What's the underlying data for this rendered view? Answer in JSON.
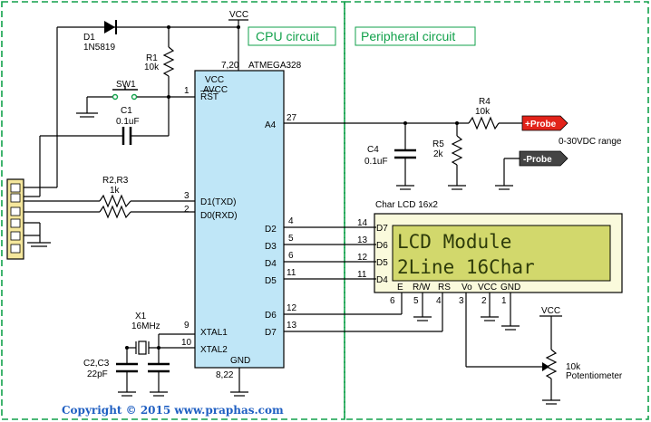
{
  "sections": {
    "cpu": "CPU circuit",
    "peripheral": "Peripheral circuit"
  },
  "colors": {
    "border": "#12a14b",
    "mcu_body": "#bfe6f7",
    "lcd_screen": "#d2d86c",
    "lcd_frame": "#fafadc",
    "probe_pos": "#e2231a",
    "probe_neg": "#444444",
    "connector": "#f5e79c",
    "copyright": "#1f5fc2"
  },
  "power": {
    "vcc": "VCC",
    "vcc2": "VCC"
  },
  "mcu": {
    "name": "ATMEGA328",
    "vcc_pins": "7,20",
    "gnd_pins": "8,22",
    "labels": {
      "vcc": "VCC",
      "avcc": "AVCC",
      "rst": "RST",
      "a4": "A4",
      "txd": "D1(TXD)",
      "rxd": "D0(RXD)",
      "d2": "D2",
      "d3": "D3",
      "d4": "D4",
      "d5": "D5",
      "d6": "D6",
      "d7": "D7",
      "xtal1": "XTAL1",
      "xtal2": "XTAL2",
      "gnd": "GND"
    },
    "pins": {
      "rst": "1",
      "a4": "27",
      "txd": "3",
      "rxd": "2",
      "d2": "4",
      "d3": "5",
      "d4": "6",
      "d5": "11",
      "d6": "12",
      "d7": "13",
      "xtal1": "9",
      "xtal2": "10"
    }
  },
  "components": {
    "d1": {
      "ref": "D1",
      "value": "1N5819"
    },
    "r1": {
      "ref": "R1",
      "value": "10k"
    },
    "sw1": {
      "ref": "SW1"
    },
    "c1": {
      "ref": "C1",
      "value": "0.1uF"
    },
    "r2r3": {
      "ref": "R2,R3",
      "value": "1k"
    },
    "x1": {
      "ref": "X1",
      "value": "16MHz"
    },
    "c2c3": {
      "ref": "C2,C3",
      "value": "22pF"
    },
    "r4": {
      "ref": "R4",
      "value": "10k"
    },
    "c4": {
      "ref": "C4",
      "value": "0.1uF"
    },
    "r5": {
      "ref": "R5",
      "value": "2k"
    },
    "pot": {
      "value": "10k",
      "name": "Potentiometer"
    }
  },
  "probes": {
    "positive": "+Probe",
    "negative": "-Probe",
    "range": "0-30VDC range"
  },
  "lcd": {
    "title": "Char LCD 16x2",
    "line1": "LCD Module",
    "line2": "2Line 16Char",
    "data_pins": [
      {
        "label": "D7",
        "pin": "14"
      },
      {
        "label": "D6",
        "pin": "13"
      },
      {
        "label": "D5",
        "pin": "12"
      },
      {
        "label": "D4",
        "pin": "11"
      }
    ],
    "bottom_pins": [
      {
        "label": "E",
        "pin": "6"
      },
      {
        "label": "R/W",
        "pin": "5"
      },
      {
        "label": "RS",
        "pin": "4"
      },
      {
        "label": "Vo",
        "pin": "3"
      },
      {
        "label": "VCC",
        "pin": "2"
      },
      {
        "label": "GND",
        "pin": "1"
      }
    ]
  },
  "copyright": "Copyright © 2015 www.praphas.com"
}
